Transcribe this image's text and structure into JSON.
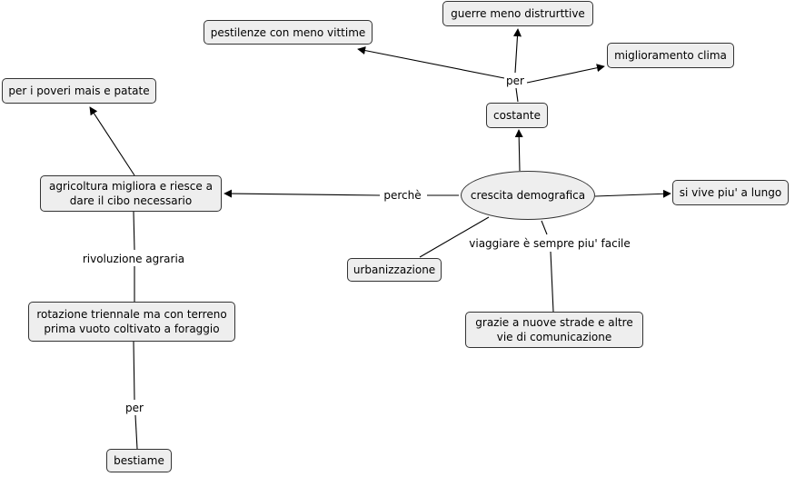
{
  "nodes": {
    "center": "crescita demografica",
    "costante": "costante",
    "guerre": "guerre meno distrurttive",
    "pestilenze": "pestilenze con meno vittime",
    "clima": "miglioramento clima",
    "vive": "si vive piu' a lungo",
    "agricoltura": "agricoltura migliora e riesce a\ndare il cibo necessario",
    "poveri": "per i poveri mais e patate",
    "rotazione": "rotazione triennale ma con terreno\nprima vuoto coltivato a foraggio",
    "bestiame": "bestiame",
    "urbanizzazione": "urbanizzazione",
    "strade": "grazie a nuove strade e altre\nvie di comunicazione"
  },
  "links": {
    "per_top": "per",
    "perche": "perchè",
    "rivoluzione": "rivoluzione agraria",
    "per_bottom": "per",
    "viaggiare": "viaggiare è sempre piu' facile"
  }
}
